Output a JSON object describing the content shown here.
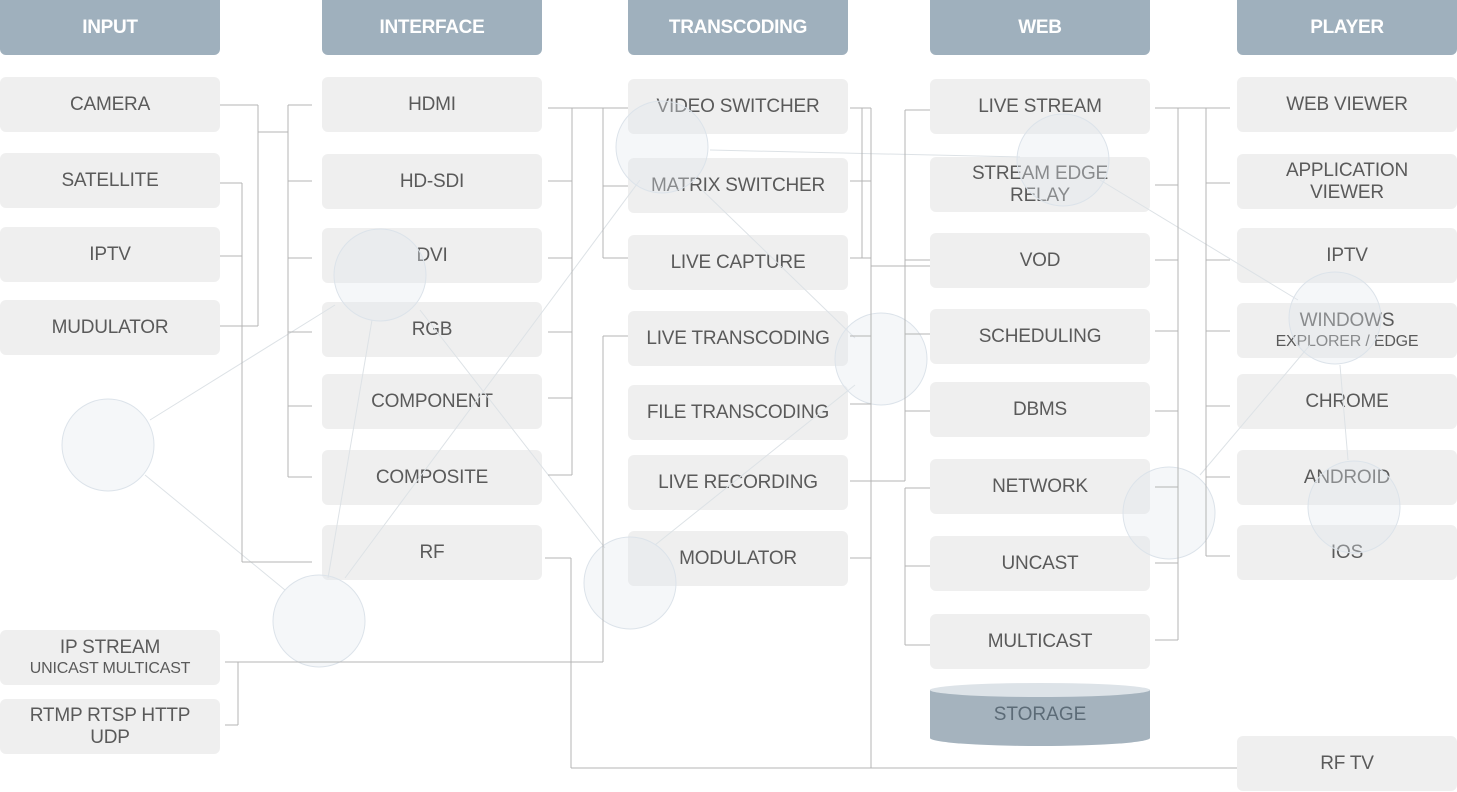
{
  "headers": {
    "input": "INPUT",
    "interface": "INTERFACE",
    "transcoding": "TRANSCODING",
    "web": "WEB",
    "player": "PLAYER"
  },
  "input": {
    "camera": "CAMERA",
    "satellite": "SATELLITE",
    "iptv": "IPTV",
    "modulator": "MUDULATOR",
    "ip_stream": "IP STREAM",
    "ip_stream_sub": "UNICAST MULTICAST",
    "rtmp_line1": "RTMP RTSP HTTP",
    "rtmp_line2": "UDP"
  },
  "interface": {
    "hdmi": "HDMI",
    "hd_sdi": "HD-SDI",
    "dvi": "DVI",
    "rgb": "RGB",
    "component": "COMPONENT",
    "composite": "COMPOSITE",
    "rf": "RF"
  },
  "transcoding": {
    "video_switcher": "VIDEO SWITCHER",
    "matrix_switcher": "MATRIX SWITCHER",
    "live_capture": "LIVE CAPTURE",
    "live_transcoding": "LIVE TRANSCODING",
    "file_transcoding": "FILE TRANSCODING",
    "live_recording": "LIVE RECORDING",
    "modulator": "MODULATOR"
  },
  "web": {
    "live_stream": "LIVE STREAM",
    "stream_edge_line1": "STREAM EDGE",
    "stream_edge_line2": "RELAY",
    "vod": "VOD",
    "scheduling": "SCHEDULING",
    "dbms": "DBMS",
    "network": "NETWORK",
    "uncast": "UNCAST",
    "multicast": "MULTICAST",
    "storage": "STORAGE"
  },
  "player": {
    "web_viewer": "WEB VIEWER",
    "app_viewer_line1": "APPLICATION",
    "app_viewer_line2": "VIEWER",
    "iptv": "IPTV",
    "windows": "WINDOWS",
    "windows_sub": "EXPLORER / EDGE",
    "chrome": "CHROME",
    "android": "ANDROID",
    "ios": "IOS",
    "rf_tv": "RF TV"
  },
  "colors": {
    "header_bg": "#9fb0bd",
    "box_bg": "#efefef",
    "text": "#5a5a5a",
    "connector": "#b4b4b4"
  }
}
